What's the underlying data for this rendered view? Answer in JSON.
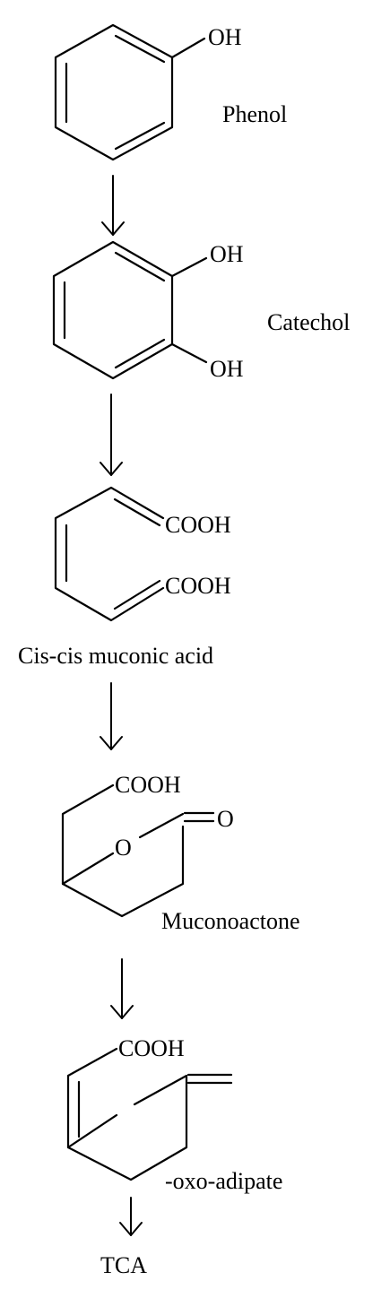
{
  "pathway": {
    "phenol": {
      "name": "Phenol",
      "substituents": [
        "OH"
      ]
    },
    "catechol": {
      "name": "Catechol",
      "substituents": [
        "OH",
        "OH"
      ]
    },
    "muconic_acid": {
      "name": "Cis-cis muconic acid",
      "substituents": [
        "COOH",
        "COOH"
      ]
    },
    "muconolactone": {
      "name": "Muconoactone",
      "substituents": [
        "COOH",
        "O",
        "O"
      ]
    },
    "oxo_adipate": {
      "name": "-oxo-adipate",
      "substituents": [
        "COOH"
      ]
    },
    "end_product": {
      "name": "TCA"
    }
  }
}
